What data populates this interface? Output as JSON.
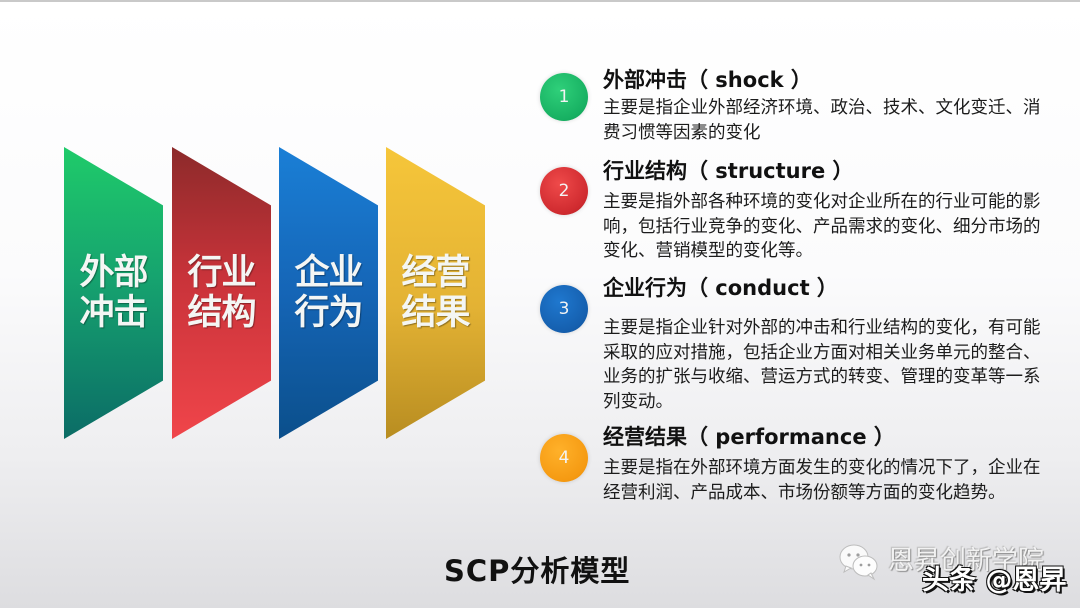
{
  "slide": {
    "title": "SCP分析模型",
    "panels": [
      {
        "label": "外部冲击",
        "color_top": "#1fcb6a",
        "color_bottom": "#0b6c66"
      },
      {
        "label": "行业结构",
        "color_top": "#8c2a2a",
        "color_bottom": "#f0454a"
      },
      {
        "label": "企业行为",
        "color_top": "#1a7fd6",
        "color_bottom": "#0b4f8b"
      },
      {
        "label": "经营结果",
        "color_top": "#f6c63a",
        "color_bottom": "#b88d21"
      }
    ],
    "items": [
      {
        "number": "1",
        "heading": "外部冲击（ shock ）",
        "color": "#17b062",
        "description": "主要是指企业外部经济环境、政治、技术、文化变迁、消费习惯等因素的变化"
      },
      {
        "number": "2",
        "heading": "行业结构（ structure ）",
        "color": "#cf2a2f",
        "description": "主要是指外部各种环境的变化对企业所在的行业可能的影响，包括行业竞争的变化、产品需求的变化、细分市场的变化、营销模型的变化等。"
      },
      {
        "number": "3",
        "heading": "企业行为（ conduct ）",
        "color": "#155fae",
        "description": "主要是指企业针对外部的冲击和行业结构的变化，有可能采取的应对措施，包括企业方面对相关业务单元的整合、业务的扩张与收缩、营运方式的转变、管理的变革等一系列变动。"
      },
      {
        "number": "4",
        "heading": "经营结果（ performance ）",
        "color": "#f59a12",
        "description": "主要是指在外部环境方面发生的变化的情况下了，企业在经营利润、产品成本、市场份额等方面的变化趋势。"
      }
    ]
  },
  "watermark": {
    "icon": "wechat-icon",
    "account_name": "恩昇创新学院",
    "handle": "头条 @恩昇"
  }
}
